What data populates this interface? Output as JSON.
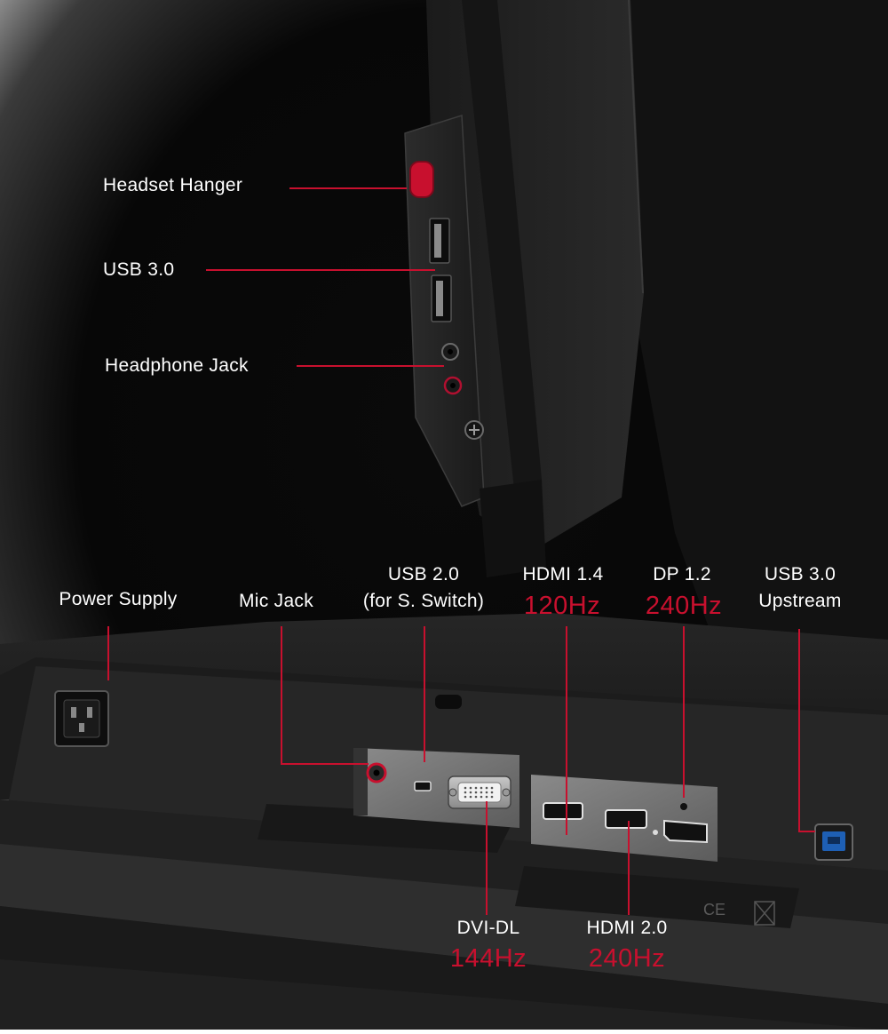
{
  "colors": {
    "accent": "#c8102e",
    "label_text": "#ffffff",
    "background": "#0a0a0a"
  },
  "callouts": {
    "headset_hanger": "Headset Hanger",
    "usb30_side": "USB 3.0",
    "headphone_jack": "Headphone Jack",
    "power_supply": "Power Supply",
    "mic_jack": "Mic Jack",
    "usb20_line1": "USB 2.0",
    "usb20_line2": "(for S. Switch)",
    "hdmi14": "HDMI 1.4",
    "hdmi14_rate": "120Hz",
    "dp12": "DP 1.2",
    "dp12_rate": "240Hz",
    "usb30_up_line1": "USB 3.0",
    "usb30_up_line2": "Upstream",
    "dvidl": "DVI-DL",
    "dvidl_rate": "144Hz",
    "hdmi20": "HDMI 2.0",
    "hdmi20_rate": "240Hz"
  }
}
